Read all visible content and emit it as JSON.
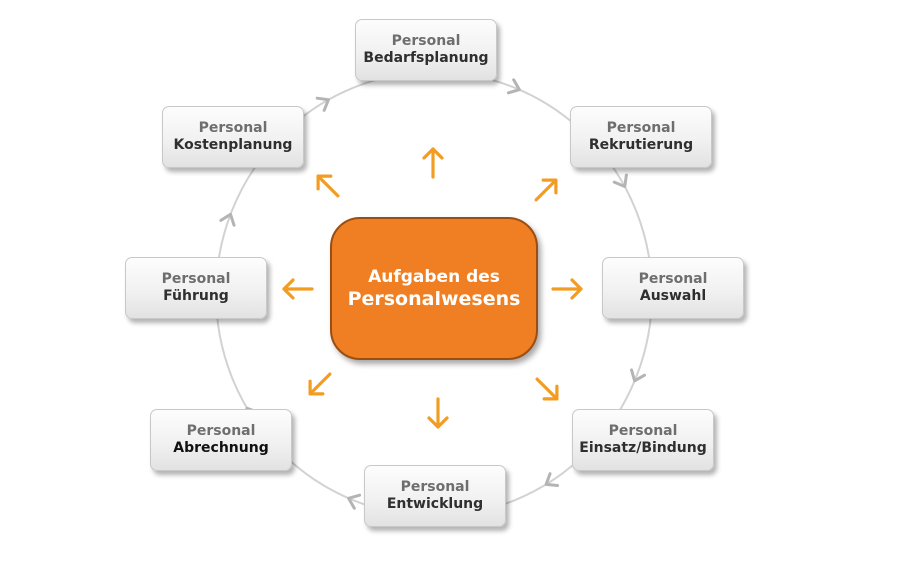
{
  "colors": {
    "accent": "#ef7f22",
    "arrow": "#f39c22",
    "ring": "#d2d2d2",
    "chevron": "#b4b4b4"
  },
  "center": {
    "line1": "Aufgaben des",
    "line2": "Personalwesens"
  },
  "nodes": [
    {
      "line1": "Personal",
      "line2": "Bedarfsplanung"
    },
    {
      "line1": "Personal",
      "line2": "Rekrutierung"
    },
    {
      "line1": "Personal",
      "line2": "Auswahl"
    },
    {
      "line1": "Personal",
      "line2": "Einsatz/Bindung"
    },
    {
      "line1": "Personal",
      "line2": "Entwicklung"
    },
    {
      "line1": "Personal",
      "line2": "Abrechnung"
    },
    {
      "line1": "Personal",
      "line2": "Führung"
    },
    {
      "line1": "Personal",
      "line2": "Kostenplanung"
    }
  ]
}
